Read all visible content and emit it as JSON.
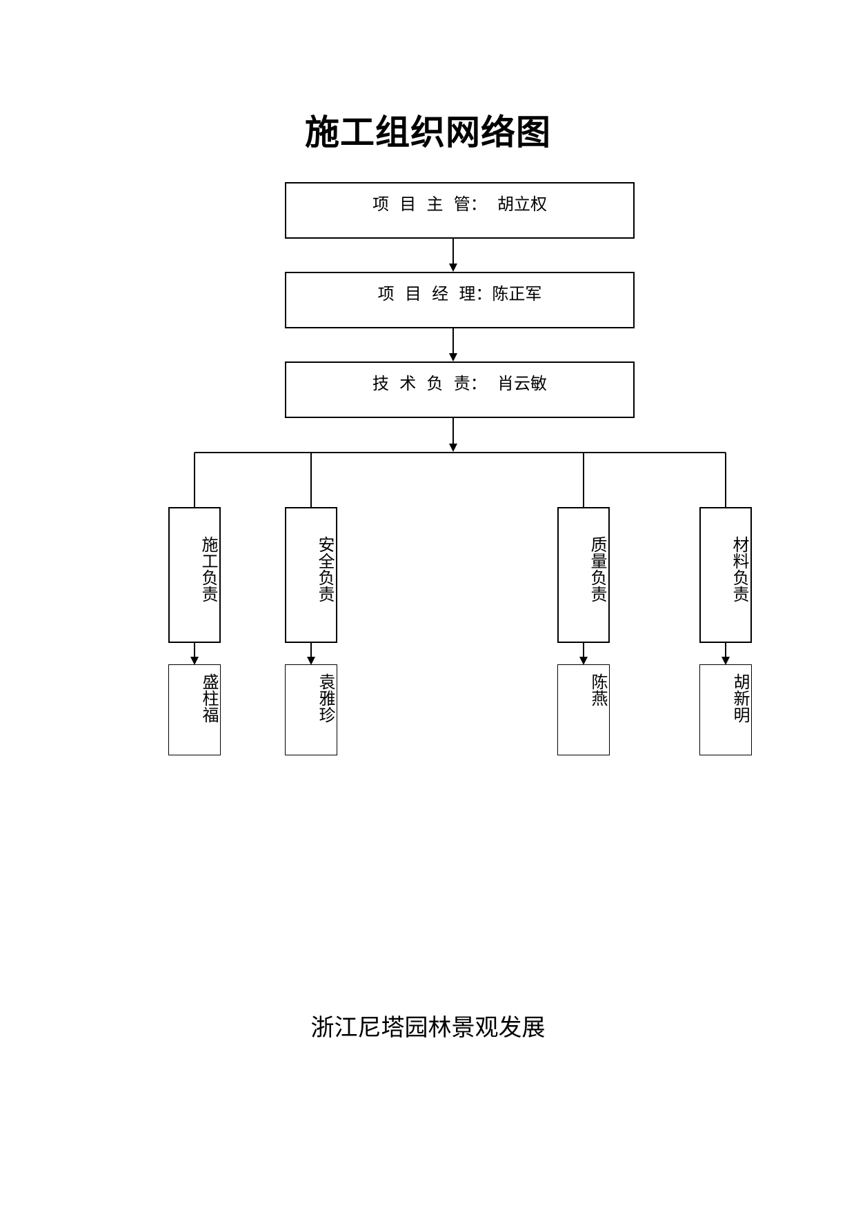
{
  "title": "施工组织网络图",
  "top_boxes": [
    {
      "label": "项  目  主  管：  胡立权"
    },
    {
      "label": "项  目  经  理：陈正军"
    },
    {
      "label": "技  术  负  责：  肖云敏"
    }
  ],
  "departments": [
    {
      "label": "施工负责",
      "person": "盛柱福"
    },
    {
      "label": "安全负责",
      "person": "袁雅珍"
    },
    {
      "label": "质量负责",
      "person": "陈燕"
    },
    {
      "label": "材料负责",
      "person": "胡新明"
    }
  ],
  "footer": "浙江尼塔园林景观发展"
}
